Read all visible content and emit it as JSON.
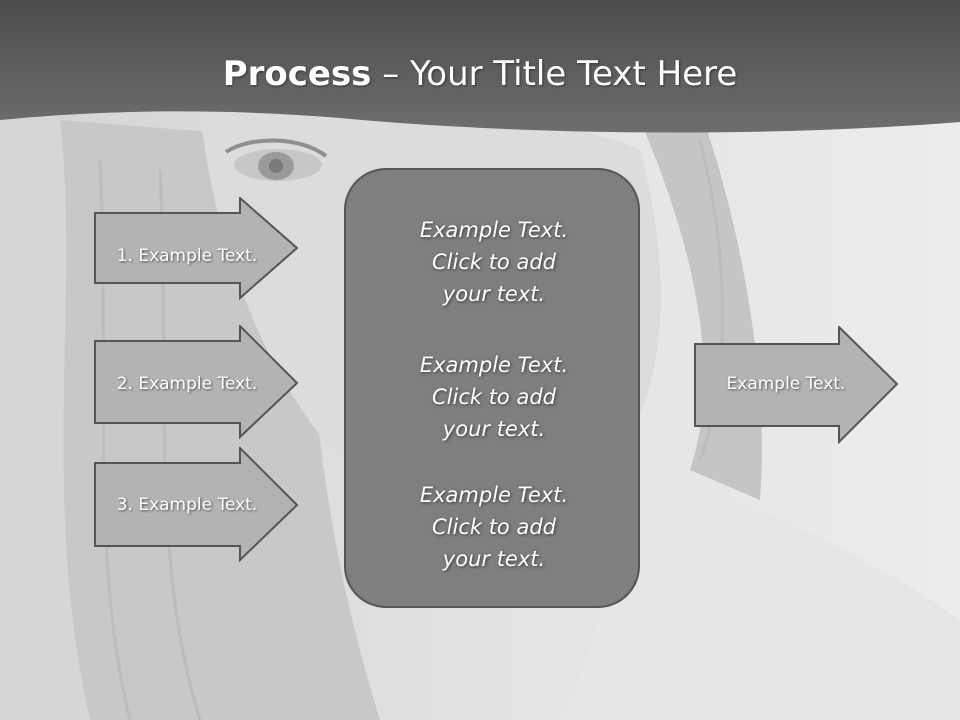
{
  "title": {
    "bold": "Process",
    "rest": " – Your Title Text Here"
  },
  "input_arrows": [
    {
      "label": "1. Example Text."
    },
    {
      "label": "2. Example Text."
    },
    {
      "label": "3. Example Text."
    }
  ],
  "center_box": {
    "paragraphs": [
      {
        "lines": [
          "Example Text.",
          "Click  to add",
          "your text."
        ]
      },
      {
        "lines": [
          "Example Text.",
          "Click  to add",
          "your text."
        ]
      },
      {
        "lines": [
          "Example Text.",
          "Click  to add",
          "your text."
        ]
      }
    ]
  },
  "output_arrow": {
    "label": "Example Text."
  },
  "colors": {
    "header": "#5f5f5f",
    "arrow_fill": "#b3b3b3",
    "arrow_stroke": "#555555",
    "box_fill": "#7f7f7f",
    "text": "#ffffff"
  }
}
